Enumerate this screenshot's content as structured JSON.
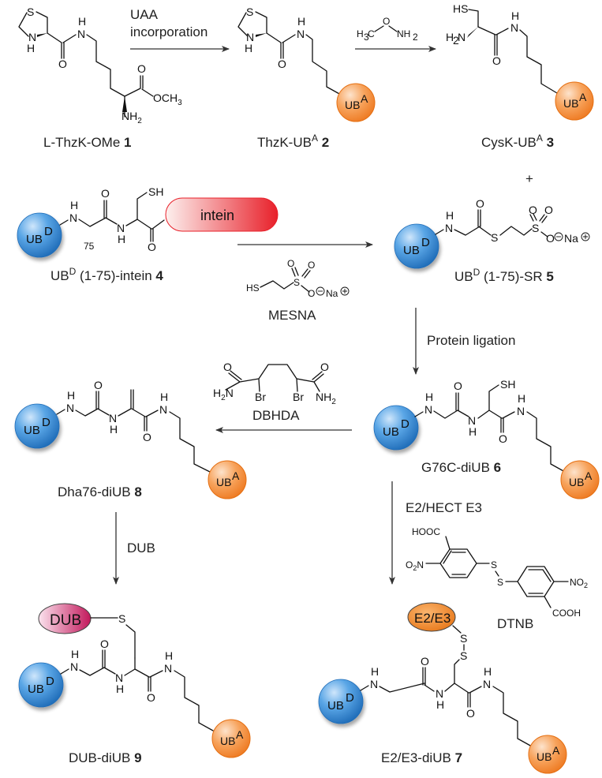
{
  "colors": {
    "ub_distal": "#3d8fd8",
    "ub_acceptor": "#f58a3a",
    "intein": "#e8202a",
    "dub": "#c2185b",
    "e2e3": "#ee7f1f"
  },
  "compounds": {
    "c1": {
      "name": "L-ThzK-OMe",
      "number": "1"
    },
    "c2": {
      "name": "ThzK-UB",
      "sup": "A",
      "number": "2"
    },
    "c3": {
      "name": "CysK-UB",
      "sup": "A",
      "number": "3"
    },
    "c4": {
      "pre": "UB",
      "sup": "D",
      "name": " (1-75)-intein",
      "number": "4"
    },
    "c5": {
      "pre": "UB",
      "sup": "D",
      "name": " (1-75)-SR",
      "number": "5"
    },
    "c6": {
      "name": "G76C-diUB",
      "number": "6"
    },
    "c7": {
      "name": "E2/E3-diUB",
      "number": "7"
    },
    "c8": {
      "name": "Dha76-diUB",
      "number": "8"
    },
    "c9": {
      "name": "DUB-diUB",
      "number": "9"
    }
  },
  "conditions": {
    "uaa_line1": "UAA",
    "uaa_line2": "incorporation",
    "methoxyamine": {
      "h3c": "H",
      "sub3": "3",
      "c": "C",
      "o": "O",
      "nh": "NH",
      "sub2": "2"
    },
    "mesna": "MESNA",
    "protein_ligation": "Protein ligation",
    "dbhda": "DBHDA",
    "dub": "DUB",
    "e2_hect": "E2/HECT E3",
    "dtnb": "DTNB",
    "plus": "+"
  },
  "atoms": {
    "S": "S",
    "N": "N",
    "H": "H",
    "O": "O",
    "NH": "NH",
    "SH": "SH",
    "HS": "HS",
    "Br": "Br",
    "OCH": "OCH",
    "three": "3",
    "two": "2",
    "H2N_H": "H",
    "H2N_N": "N",
    "NO": "NO",
    "O2N_O": "O",
    "O2N_N": "N",
    "HOOC": "HOOC",
    "COOH": "COOH",
    "Na": "Na",
    "plus_charge": "+",
    "minus_charge": "−",
    "res75": "75"
  },
  "badges": {
    "ub": "UB",
    "sup_a": "A",
    "sup_d": "D",
    "intein": "intein",
    "dub": "DUB",
    "e2e3": "E2/E3"
  }
}
